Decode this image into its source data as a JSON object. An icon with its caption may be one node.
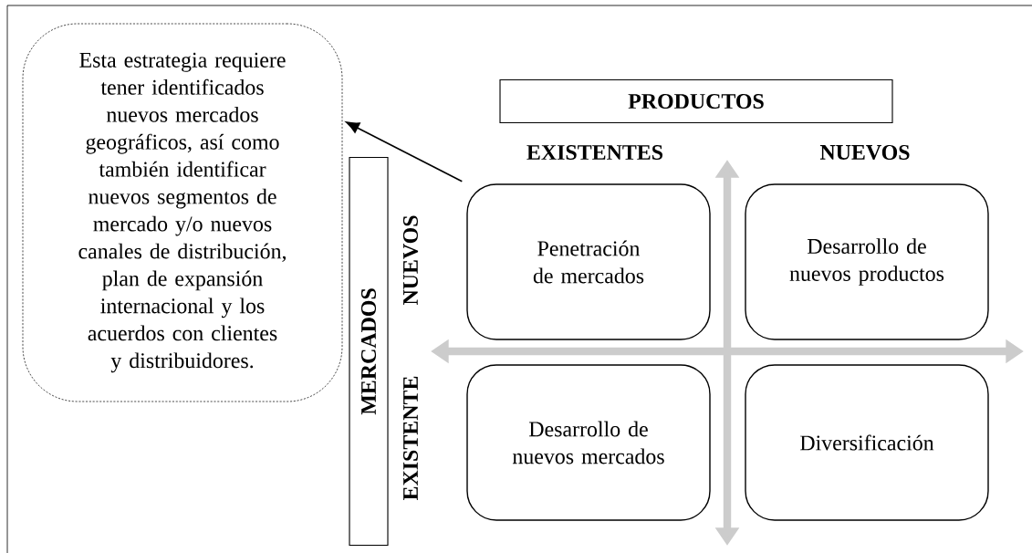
{
  "diagram": {
    "nodes": [
      {
        "text": [
          "Esta estrategia requiere tener identificados nuevos mercados geográficos, así como también identificar nuevos segmentos de mercado y/o nuevos canales de distribución, plan de expansión internacional y los acuerdos con clientes y distribuidores."
        ]
      },
      {
        "text": [
          "PRODUCTOS"
        ]
      },
      {
        "text": [
          "MERCADOS"
        ]
      },
      {
        "text": [
          "Penetración de mercados"
        ]
      },
      {
        "text": [
          "Desarrollo de nuevos productos"
        ]
      },
      {
        "text": [
          "Desarrollo de nuevos mercados"
        ]
      },
      {
        "text": [
          "Diversificación"
        ]
      }
    ],
    "edges": [
      {
        "from": 3,
        "to": 0,
        "arrow": "to"
      }
    ],
    "labels": [
      "EXISTENTES",
      "NUEVOS",
      "NUEVOS",
      "EXISTENTE"
    ]
  }
}
